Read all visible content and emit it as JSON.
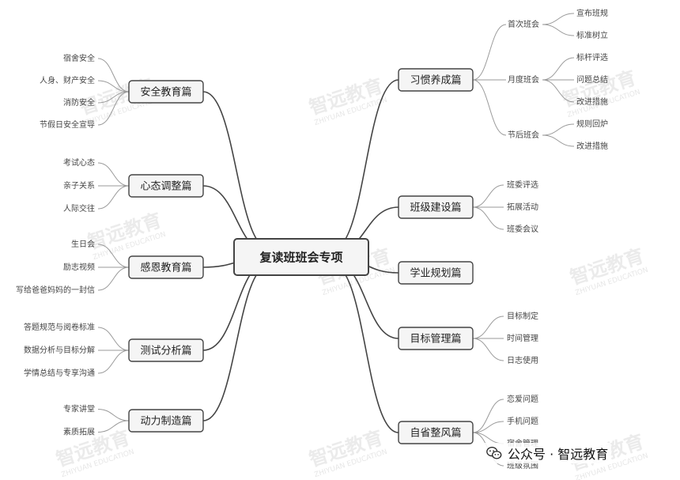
{
  "root": "复读班班会专项",
  "left_branches": [
    {
      "label": "安全教育篇",
      "leaves": [
        "宿舍安全",
        "人身、财产安全",
        "消防安全",
        "节假日安全宣导"
      ]
    },
    {
      "label": "心态调整篇",
      "leaves": [
        "考试心态",
        "亲子关系",
        "人际交往"
      ]
    },
    {
      "label": "感恩教育篇",
      "leaves": [
        "生日会",
        "励志视频",
        "写给爸爸妈妈的一封信"
      ]
    },
    {
      "label": "测试分析篇",
      "leaves": [
        "答题规范与阅卷标准",
        "数据分析与目标分解",
        "学情总结与专享沟通"
      ]
    },
    {
      "label": "动力制造篇",
      "leaves": [
        "专家讲堂",
        "素质拓展"
      ]
    }
  ],
  "right_branches": [
    {
      "label": "习惯养成篇",
      "groups": [
        {
          "label": "首次班会",
          "leaves": [
            "宣布班规",
            "标准树立"
          ]
        },
        {
          "label": "月度班会",
          "leaves": [
            "标杆评选",
            "问题总结",
            "改进措施"
          ]
        },
        {
          "label": "节后班会",
          "leaves": [
            "规则回炉",
            "改进措施"
          ]
        }
      ]
    },
    {
      "label": "班级建设篇",
      "leaves": [
        "班委评选",
        "拓展活动",
        "班委会议"
      ]
    },
    {
      "label": "学业规划篇",
      "leaves": []
    },
    {
      "label": "目标管理篇",
      "leaves": [
        "目标制定",
        "时间管理",
        "日志使用"
      ]
    },
    {
      "label": "自省整风篇",
      "leaves": [
        "恋爱问题",
        "手机问题",
        "宿舍管理",
        "班级氛围"
      ]
    }
  ],
  "watermark": {
    "main": "智远教育",
    "sub": "ZHIYUAN EDUCATION"
  },
  "footer": {
    "icon": "wechat-icon",
    "text": "公众号 · 智远教育"
  }
}
